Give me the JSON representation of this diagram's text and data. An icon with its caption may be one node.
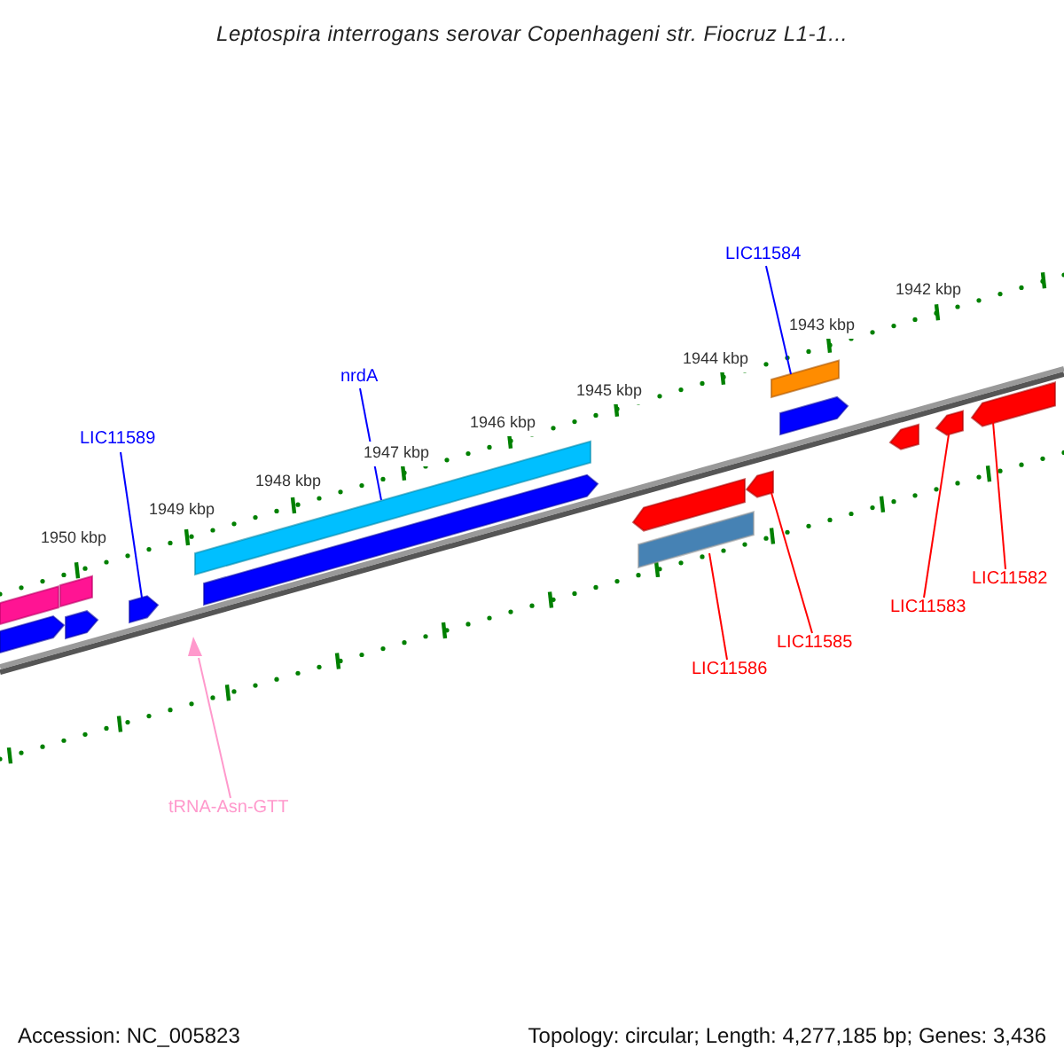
{
  "diagram": {
    "title": "Leptospira interrogans serovar Copenhageni str. Fiocruz L1-1...",
    "nodes": [
      {
        "text": [
          "LIC11589"
        ]
      },
      {
        "text": [],
        "shape": "bar"
      },
      {
        "text": [
          "nrdA"
        ]
      },
      {
        "text": [],
        "shape": "bar"
      },
      {
        "text": [
          "LIC11584"
        ]
      },
      {
        "text": [],
        "shape": "bar"
      },
      {
        "text": [
          "LIC11586"
        ]
      },
      {
        "text": [],
        "shape": "bar"
      },
      {
        "text": [
          "LIC11585"
        ]
      },
      {
        "text": [],
        "shape": "bar"
      },
      {
        "text": [
          "LIC11583"
        ]
      },
      {
        "text": [],
        "shape": "bar"
      },
      {
        "text": [
          "LIC11582"
        ]
      },
      {
        "text": [],
        "shape": "bar"
      },
      {
        "text": [
          "tRNA-Asn-GTT"
        ]
      },
      {
        "text": [],
        "shape": "triangle"
      },
      {
        "text": [],
        "shape": "bar"
      },
      {
        "text": [],
        "shape": "bar"
      },
      {
        "text": [],
        "shape": "bar"
      },
      {
        "text": [],
        "shape": "bar"
      },
      {
        "text": [],
        "shape": "bar"
      },
      {
        "text": [],
        "shape": "bar"
      },
      {
        "text": [],
        "shape": "bar"
      },
      {
        "text": [],
        "shape": "bar"
      }
    ],
    "edges": [
      {
        "from": 0,
        "to": 1,
        "arrow": "none",
        "color": "#0000ff"
      },
      {
        "from": 2,
        "to": 3,
        "arrow": "none",
        "color": "#0000ff"
      },
      {
        "from": 4,
        "to": 5,
        "arrow": "none",
        "color": "#0000ff"
      },
      {
        "from": 6,
        "to": 7,
        "arrow": "none"
      },
      {
        "from": 8,
        "to": 9,
        "arrow": "none"
      },
      {
        "from": 10,
        "to": 11,
        "arrow": "none"
      },
      {
        "from": 12,
        "to": 13,
        "arrow": "none"
      },
      {
        "from": 14,
        "to": 15,
        "arrow": "none",
        "color": "#ff99cc"
      }
    ],
    "labels": [
      "1950 kbp",
      "1949 kbp",
      "1948 kbp",
      "1947 kbp",
      "1946 kbp",
      "1945 kbp",
      "1944 kbp",
      "1943 kbp",
      "1942 kbp",
      "Accession: NC_005823",
      "Topology: circular; Length: 4,277,185 bp; Genes: 3,436"
    ]
  }
}
